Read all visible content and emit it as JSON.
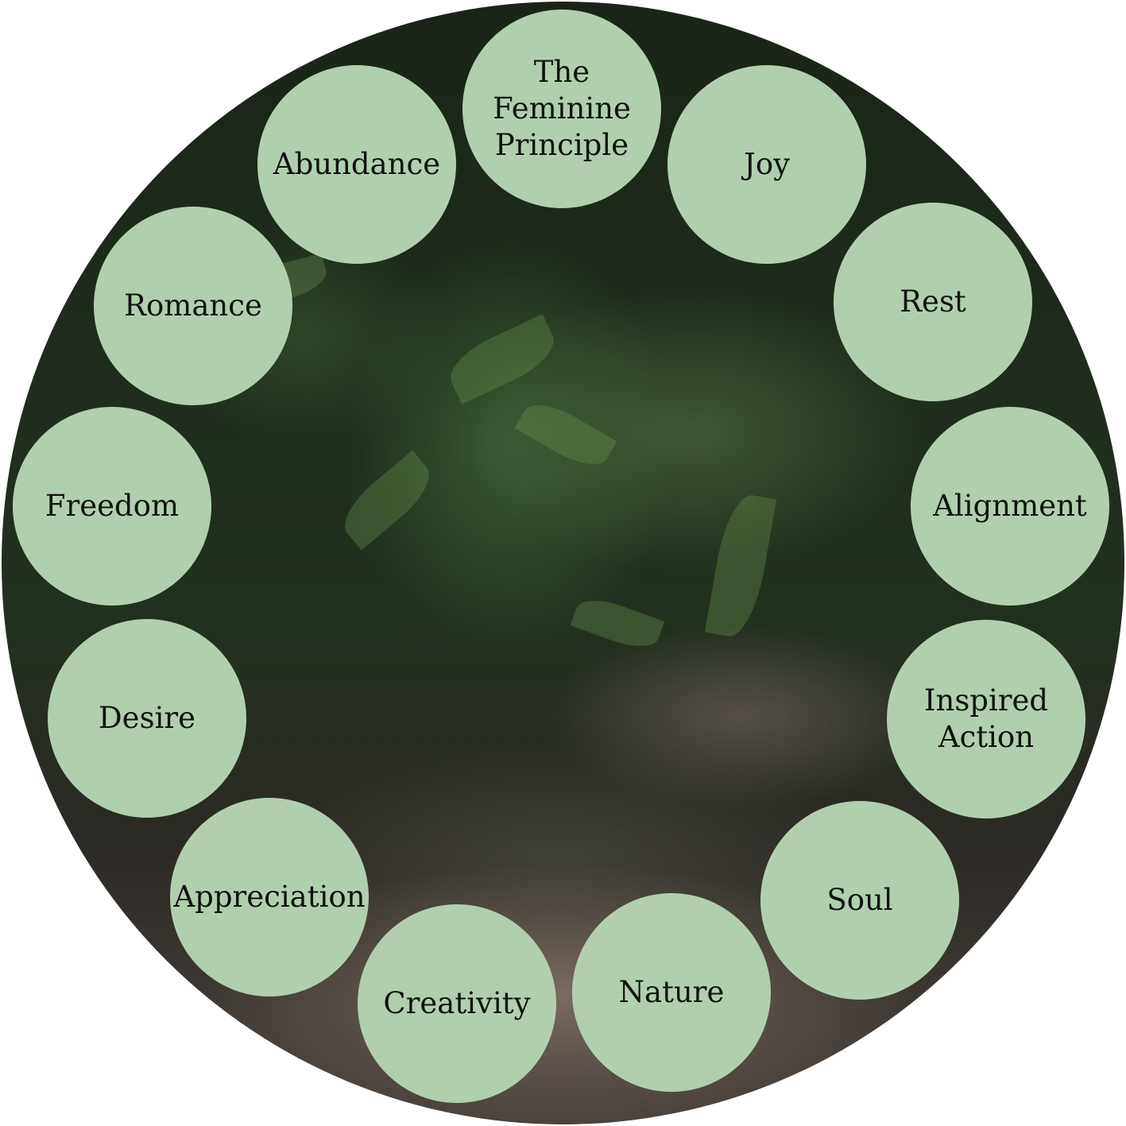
{
  "diagram": {
    "nodes": {
      "feminine": "The\nFeminine\nPrinciple",
      "joy": "Joy",
      "rest": "Rest",
      "alignment": "Alignment",
      "inspired": "Inspired\nAction",
      "soul": "Soul",
      "nature": "Nature",
      "creativity": "Creativity",
      "appreciation": "Appreciation",
      "desire": "Desire",
      "freedom": "Freedom",
      "romance": "Romance",
      "abundance": "Abundance"
    },
    "colors": {
      "node_fill": "#b1cfae",
      "text": "#111111"
    }
  }
}
